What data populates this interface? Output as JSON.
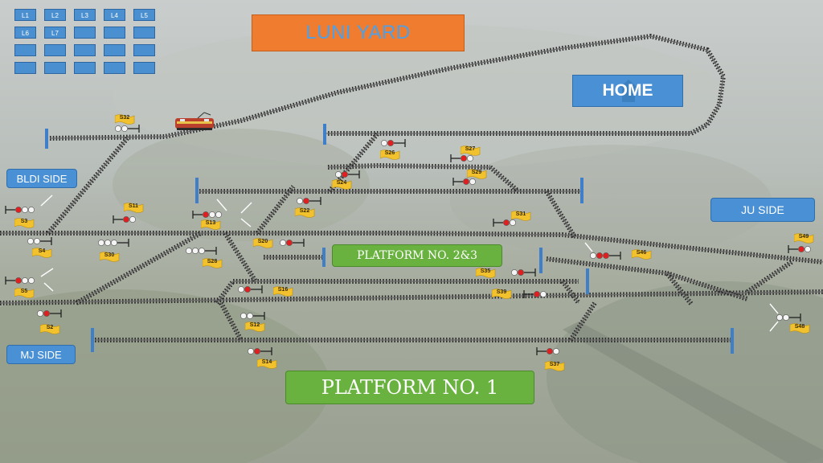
{
  "title": "LUNI YARD",
  "home_label": "HOME",
  "sides": {
    "bldi": "BLDI SIDE",
    "mj": "MJ SIDE",
    "ju": "JU SIDE"
  },
  "platforms": {
    "p23": "PLATFORM NO. 2&3",
    "p1": "PLATFORM NO. 1"
  },
  "levers": [
    "L1",
    "L2",
    "L3",
    "L4",
    "L5",
    "L6",
    "L7",
    "",
    "",
    "",
    "",
    "",
    "",
    "",
    "",
    "",
    "",
    "",
    "",
    ""
  ],
  "signals": [
    "S32",
    "S26",
    "S27",
    "S29",
    "S24",
    "S22",
    "S11",
    "S13",
    "S3",
    "S4",
    "S5",
    "S2",
    "S30",
    "S28",
    "S20",
    "S16",
    "S12",
    "S14",
    "S31",
    "S35",
    "S39",
    "S37",
    "S46",
    "S49",
    "S48"
  ],
  "colors": {
    "track": "#4b4b4b",
    "sleeper": "#2e2e2e",
    "signal_red": "#e02020",
    "signal_white": "#f4f4f4",
    "flag": "#f2c12e",
    "buffer": "#3f7fc9",
    "banner_orange": "#ef7c2f",
    "label_blue": "#4a90d4",
    "platform_green": "#69b240"
  },
  "icons": {
    "home": "house-icon",
    "train": "locomotive-icon"
  }
}
